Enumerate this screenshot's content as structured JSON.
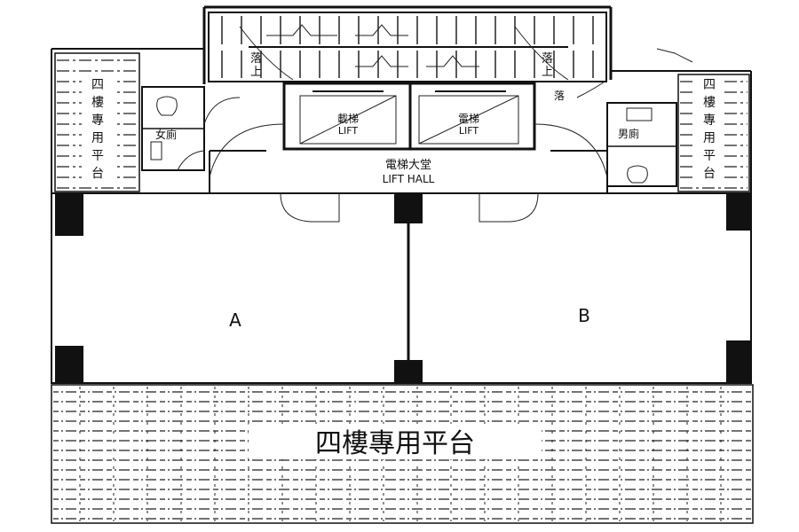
{
  "labels": {
    "lift_left_cn": "載梯",
    "lift_left_en": "LIFT",
    "lift_right_cn": "電梯",
    "lift_right_en": "LIFT",
    "lift_hall_cn": "電梯大堂",
    "lift_hall_en": "LIFT HALL",
    "unit_a": "A",
    "unit_b": "B",
    "terrace_bottom": "四樓專用平台",
    "toilet_left": "女廁",
    "toilet_right": "男廁",
    "left_terrace_chars": [
      "四",
      "樓",
      "專",
      "用",
      "平",
      "台"
    ],
    "right_terrace_chars": [
      "四",
      "樓",
      "專",
      "用",
      "平",
      "台"
    ],
    "stair_mark_left": "落",
    "stair_mark_left2": "上",
    "stair_mark_right": "落",
    "stair_mark_right2": "上",
    "stair_mark_corner": "落"
  }
}
